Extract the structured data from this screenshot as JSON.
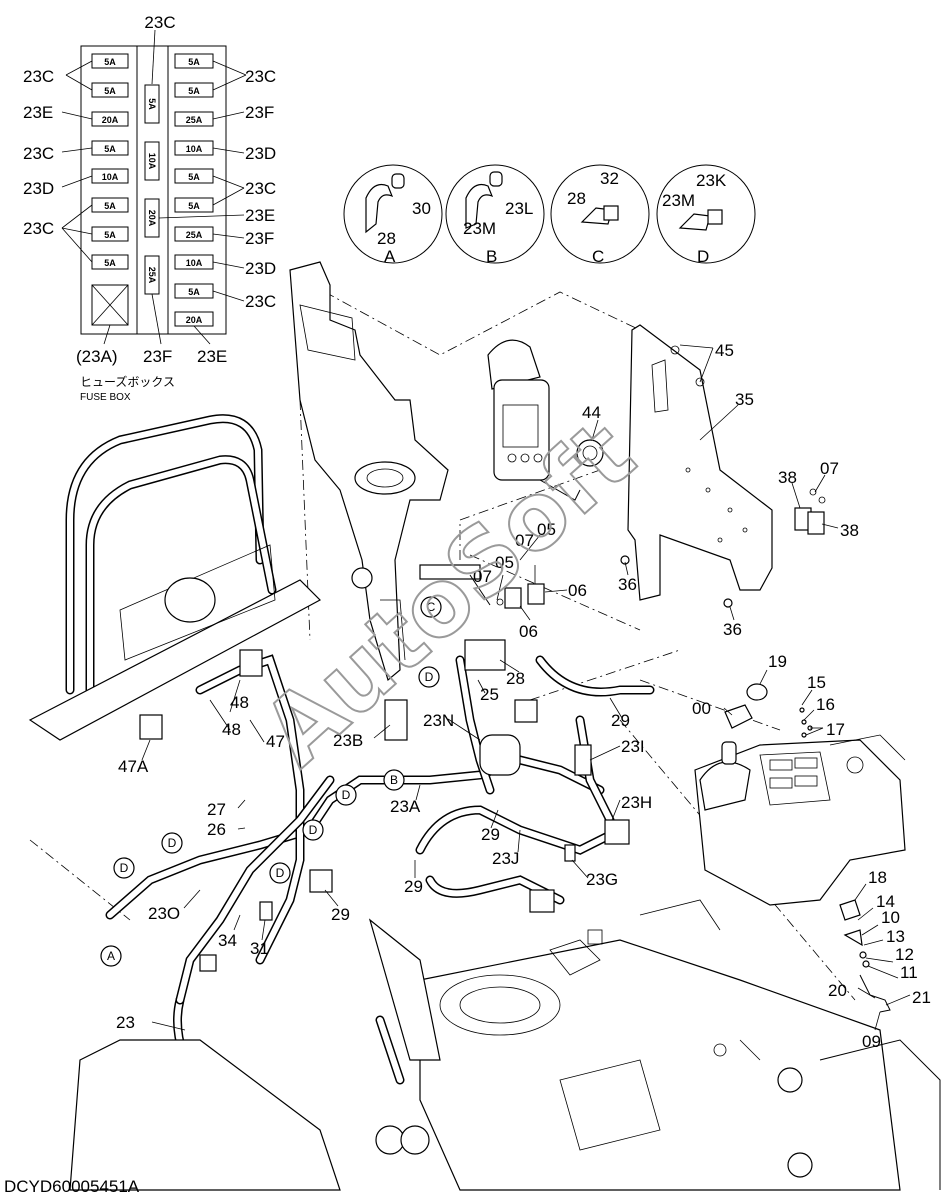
{
  "drawing": {
    "code": "DCYD60005451A",
    "watermark": "AutoSoft"
  },
  "fuse_box": {
    "fuses_left": [
      "5A",
      "5A",
      "20A",
      "5A",
      "10A",
      "5A",
      "5A",
      "5A"
    ],
    "fuses_mid": [
      "5A",
      "10A",
      "20A",
      "25A"
    ],
    "fuses_right": [
      "5A",
      "5A",
      "25A",
      "10A",
      "5A",
      "5A",
      "25A",
      "10A",
      "5A",
      "20A"
    ],
    "labels": {
      "top": "23C",
      "l1": "23C",
      "l2": "23E",
      "l3": "23C",
      "l4": "23D",
      "l5": "23C",
      "r1": "23C",
      "r2": "23F",
      "r3": "23D",
      "r4": "23C",
      "r5": "23E",
      "r6": "23F",
      "r7": "23D",
      "r8": "23C",
      "b1": "(23A)",
      "b2": "23F",
      "b3": "23E"
    },
    "caption_jp": "ヒューズボックス",
    "caption_en": "FUSE BOX"
  },
  "details": [
    {
      "name": "A",
      "n1": "30",
      "n2": "28"
    },
    {
      "name": "B",
      "n1": "23L",
      "n2": "23M"
    },
    {
      "name": "C",
      "n1": "32",
      "n2": "28"
    },
    {
      "name": "D",
      "n1": "23K",
      "n2": "23M"
    }
  ],
  "callouts": {
    "c45": "45",
    "c35": "35",
    "c44": "44",
    "c38a": "38",
    "c07a": "07",
    "c38b": "38",
    "c36a": "36",
    "c36b": "36",
    "c05a": "05",
    "c07b": "07",
    "c05b": "05",
    "c07c": "07",
    "c06a": "06",
    "c06b": "06",
    "c28": "28",
    "c25": "25",
    "c29a": "29",
    "c23I": "23I",
    "c23N": "23N",
    "c23B": "23B",
    "c23A": "23A",
    "c23H": "23H",
    "c29b": "29",
    "c23J": "23J",
    "c23G": "23G",
    "c29c": "29",
    "c29d": "29",
    "c48a": "48",
    "c48b": "48",
    "c47": "47",
    "c47A": "47A",
    "c27": "27",
    "c26": "26",
    "c23O": "23O",
    "c34": "34",
    "c31": "31",
    "c23": "23",
    "c19": "19",
    "c00": "00",
    "c15": "15",
    "c16": "16",
    "c17": "17",
    "c18": "18",
    "c14": "14",
    "c10": "10",
    "c13": "13",
    "c12": "12",
    "c11": "11",
    "c20": "20",
    "c21": "21",
    "c09": "09"
  },
  "refs": {
    "rA": "A",
    "rB": "B",
    "rC": "C",
    "rD1": "D",
    "rD2": "D",
    "rD3": "D",
    "rD4": "D",
    "rD5": "D",
    "rD6": "D"
  }
}
